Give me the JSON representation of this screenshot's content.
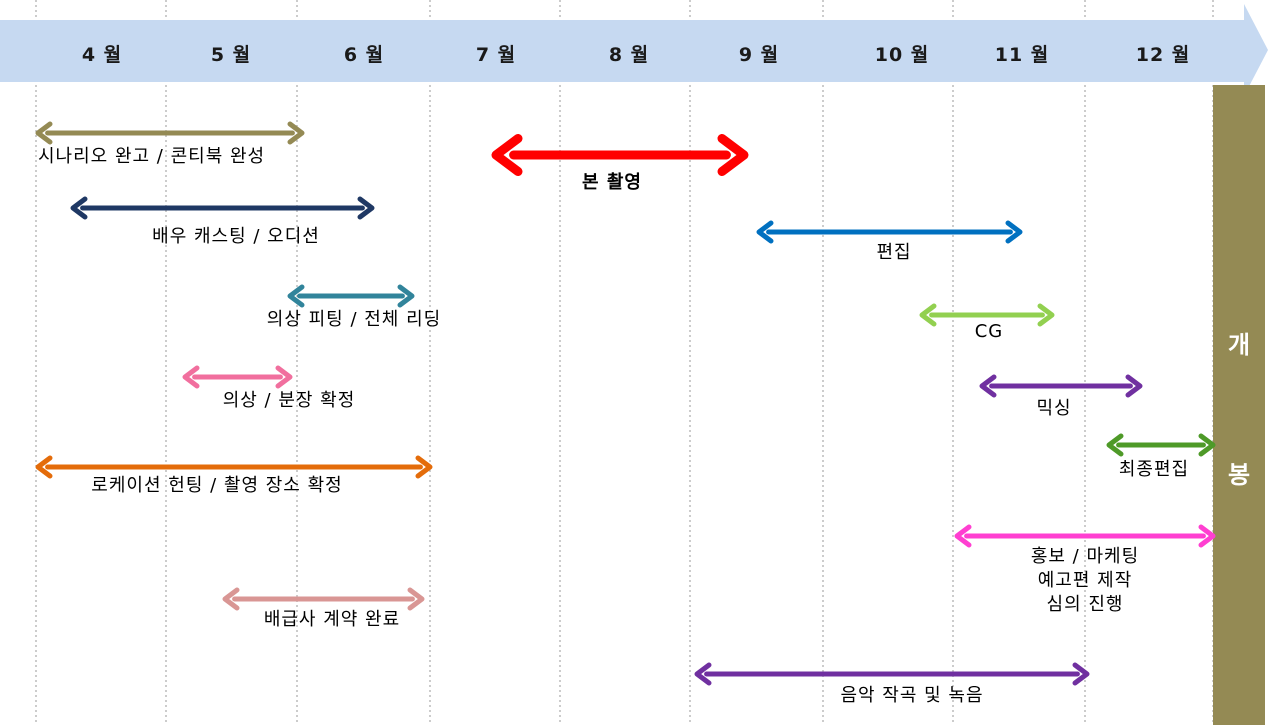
{
  "colors": {
    "month_bar": "#c6d9f1",
    "release_bar": "#948a54",
    "release_text": "#ffffff",
    "grid": "#999999"
  },
  "months": [
    "4 월",
    "5 월",
    "6 월",
    "7 월",
    "8 월",
    "9 월",
    "10 월",
    "11 월",
    "12 월"
  ],
  "release": {
    "char1": "개",
    "char2": "봉"
  },
  "tasks": [
    {
      "id": "scenario",
      "label": "시나리오 완고 / 콘티북 완성",
      "color": "#948a54"
    },
    {
      "id": "casting",
      "label": "배우 캐스팅 / 오디션",
      "color": "#1f3864"
    },
    {
      "id": "fitting",
      "label": "의상 피팅 / 전체 리딩",
      "color": "#31849b"
    },
    {
      "id": "costume",
      "label": "의상 / 분장 확정",
      "color": "#f16f9e"
    },
    {
      "id": "location",
      "label": "로케이션 헌팅 / 촬영 장소 확정",
      "color": "#e46c0a"
    },
    {
      "id": "distributor",
      "label": "배급사 계약 완료",
      "color": "#d99694"
    },
    {
      "id": "shooting",
      "label": "본 촬영",
      "color": "#ff0000"
    },
    {
      "id": "editing",
      "label": "편집",
      "color": "#0070c0"
    },
    {
      "id": "cg",
      "label": "CG",
      "color": "#92d050"
    },
    {
      "id": "mixing",
      "label": "믹싱",
      "color": "#7030a0"
    },
    {
      "id": "final_edit",
      "label": "최종편집",
      "color": "#4e9a28"
    },
    {
      "id": "promo",
      "label": "홍보 / 마케팅",
      "label2": "예고편 제작",
      "label3": "심의 진행",
      "color": "#ff3fd1"
    },
    {
      "id": "music",
      "label": "음악 작곡 및 녹음",
      "color": "#7030a0"
    }
  ]
}
